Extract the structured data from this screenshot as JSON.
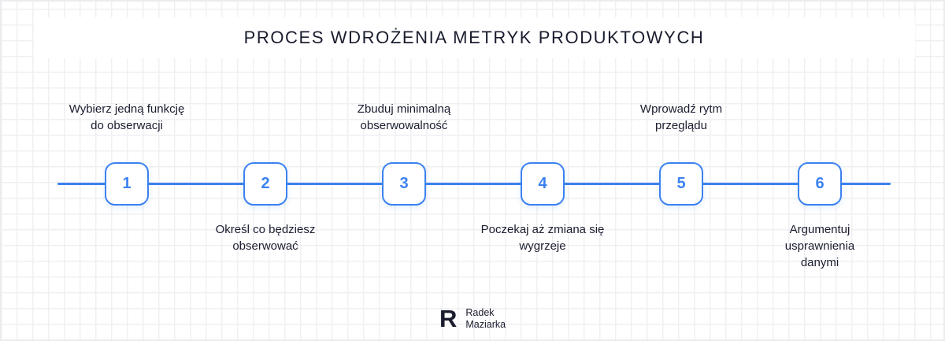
{
  "title": "PROCES WDROŻENIA METRYK PRODUKTOWYCH",
  "colors": {
    "accent": "#3b82f0",
    "text": "#1a1d2e",
    "grid": "#f0f0f3",
    "background": "#ffffff"
  },
  "steps": [
    {
      "number": "1",
      "label": "Wybierz jedną funkcję do obserwacji",
      "position": "above"
    },
    {
      "number": "2",
      "label": "Określ co będziesz obserwować",
      "position": "below"
    },
    {
      "number": "3",
      "label": "Zbuduj minimalną obserwowalność",
      "position": "above"
    },
    {
      "number": "4",
      "label": "Poczekaj aż zmiana się wygrzeje",
      "position": "below"
    },
    {
      "number": "5",
      "label": "Wprowadź rytm przeglądu",
      "position": "above"
    },
    {
      "number": "6",
      "label": "Argumentuj usprawnienia danymi",
      "position": "below"
    }
  ],
  "logo": {
    "mark": "R",
    "line1": "Radek",
    "line2": "Maziarka"
  }
}
